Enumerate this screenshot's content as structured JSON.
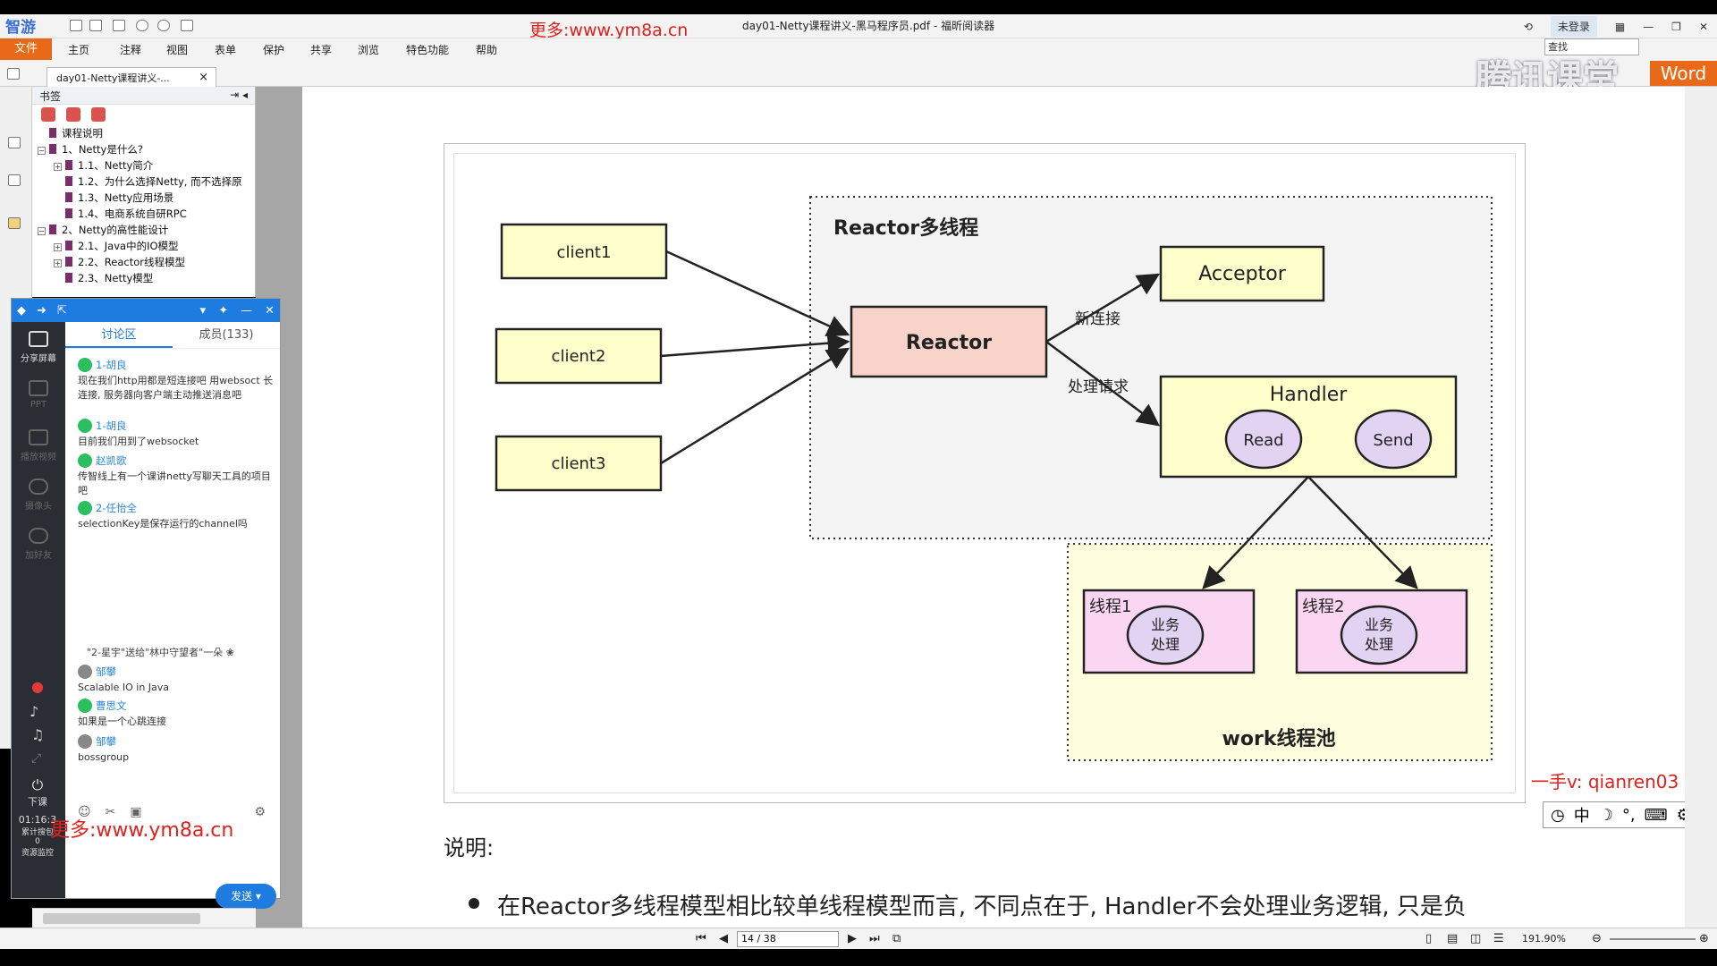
{
  "app": {
    "logo_text": "智游",
    "doc_title": "day01-Netty课程讲义-黑马程序员.pdf - 福昕阅读器",
    "promo_top": "更多:www.ym8a.cn",
    "login_label": "未登录"
  },
  "menu": {
    "file": "文件",
    "items": [
      "主页",
      "注释",
      "视图",
      "表单",
      "保护",
      "共享",
      "浏览",
      "特色功能",
      "帮助"
    ],
    "search_placeholder": "查找"
  },
  "tab": {
    "label": "day01-Netty课程讲义-...",
    "close": "×"
  },
  "bookmarks": {
    "header": "书签",
    "items": [
      {
        "label": "课程说明",
        "level": 0
      },
      {
        "label": "1、Netty是什么?",
        "level": 0
      },
      {
        "label": "1.1、Netty简介",
        "level": 1
      },
      {
        "label": "1.2、为什么选择Netty, 而不选择原",
        "level": 1
      },
      {
        "label": "1.3、Netty应用场景",
        "level": 1
      },
      {
        "label": "1.4、电商系统自研RPC",
        "level": 1
      },
      {
        "label": "2、Netty的高性能设计",
        "level": 0
      },
      {
        "label": "2.1、Java中的IO模型",
        "level": 1
      },
      {
        "label": "2.2、Reactor线程模型",
        "level": 1
      },
      {
        "label": "2.3、Netty模型",
        "level": 1
      }
    ]
  },
  "diagram": {
    "group_title": "Reactor多线程",
    "clients": [
      "client1",
      "client2",
      "client3"
    ],
    "reactor": "Reactor",
    "acceptor": "Acceptor",
    "handler": "Handler",
    "read": "Read",
    "send": "Send",
    "new_conn": "新连接",
    "handle_req": "处理请求",
    "threads": [
      "线程1",
      "线程2"
    ],
    "biz_line1": "业务",
    "biz_line2": "处理",
    "pool_label": "work线程池"
  },
  "doc": {
    "explain_title": "说明:",
    "bullet": "在Reactor多线程模型相比较单线程模型而言, 不同点在于, Handler不会处理业务逻辑, 只是负"
  },
  "watermark_right": "一手v: qianren03",
  "overlay": {
    "brand": "腾讯课堂",
    "word": "Word"
  },
  "chat": {
    "tab_discussion": "讨论区",
    "tab_members": "成员(133)",
    "left_tools": [
      "分享屏幕",
      "PPT",
      "播放视频",
      "摄像头",
      "加好友"
    ],
    "messages": [
      {
        "user": "1-胡良",
        "text": "现在我们http用都是短连接吧 用websoct 长连接, 服务器向客户端主动推送消息吧"
      },
      {
        "user": "1-胡良",
        "text": "目前我们用到了websocket"
      },
      {
        "user": "赵凯歌",
        "text": "传智线上有一个课讲netty写聊天工具的项目吧"
      },
      {
        "user": "2-任怡全",
        "text": "selectionKey是保存运行的channel吗"
      },
      {
        "user": "邹攀",
        "text": "Scalable IO in Java"
      },
      {
        "user": "曹思文",
        "text": "如果是一个心跳连接"
      },
      {
        "user": "邹攀",
        "text": "bossgroup"
      }
    ],
    "gift": "\"2-星宇\"送给\"林中守望者\"一朵 ❀",
    "send_label": "发送",
    "end_class": "下课",
    "timer": "01:16:3",
    "stat1": "累计搜包",
    "stat2": "0",
    "stat3": "资源监控"
  },
  "left_promo": "更多:www.ym8a.cn",
  "status": {
    "page_indicator": "14 / 38",
    "zoom": "191.90%"
  },
  "colors": {
    "accent_orange": "#e86a18",
    "brand_blue": "#1e7be0",
    "promo_red": "#e0211b",
    "client_fill": "#ffffcc",
    "reactor_fill": "#f8d3c9",
    "thread_fill": "#fbd6f2",
    "read_send_fill": "#e2d3f3"
  }
}
